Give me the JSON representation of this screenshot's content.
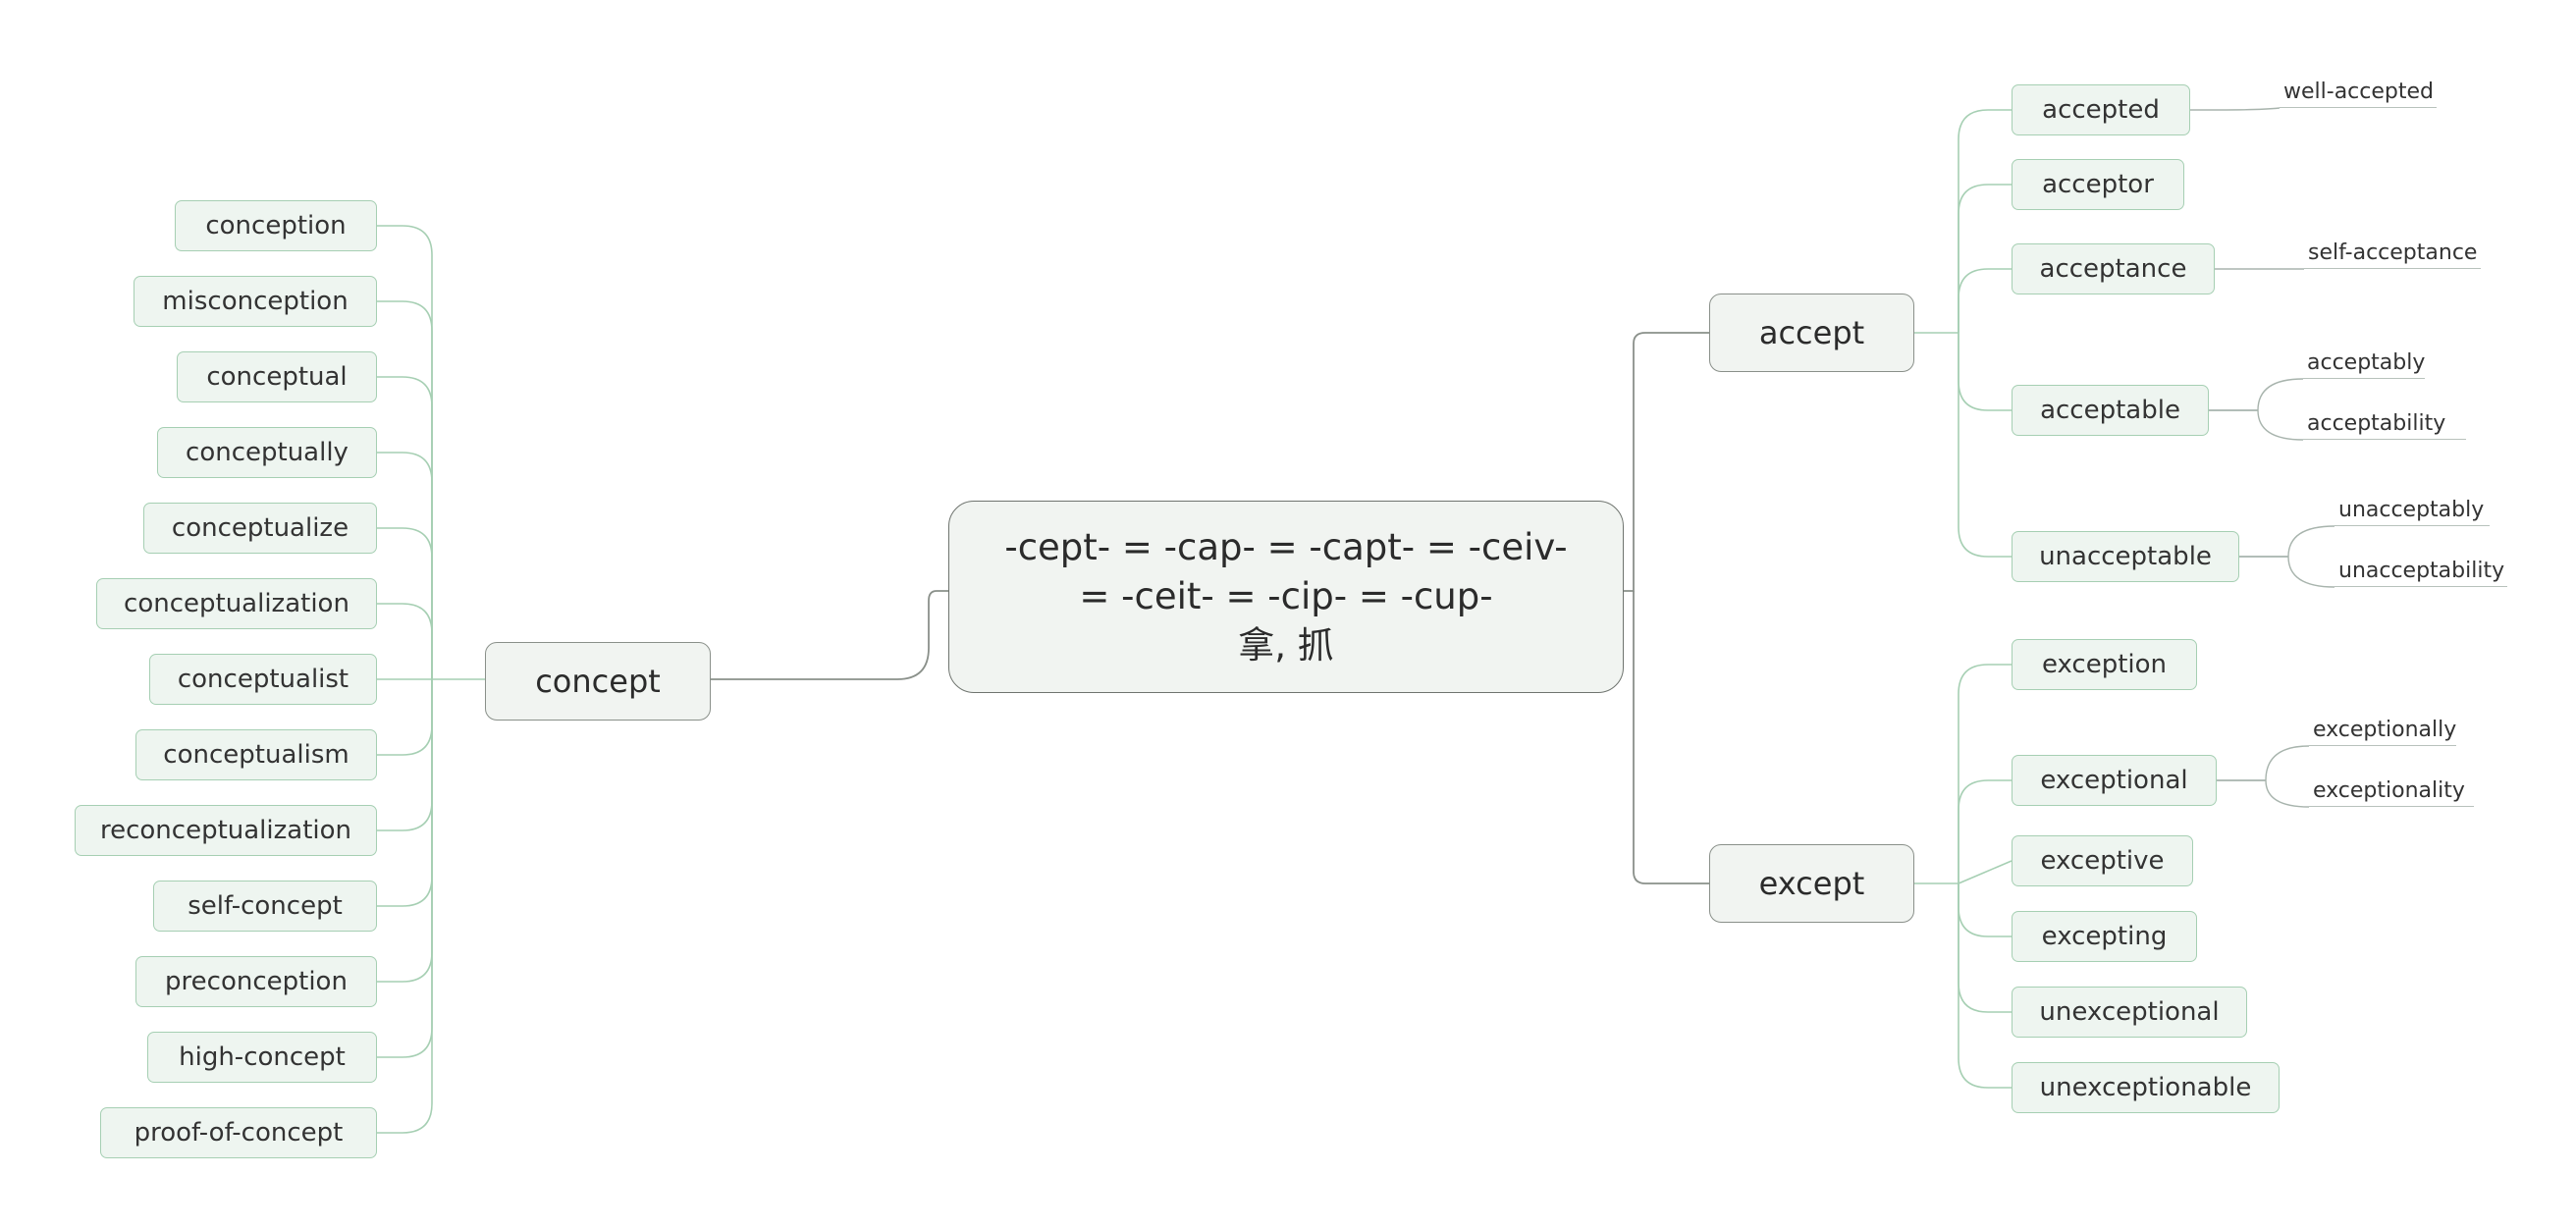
{
  "root": {
    "line1": "-cept- = -cap- = -capt- = -ceiv-",
    "line2": "= -ceit- = -cip- = -cup-",
    "line3": "拿, 抓"
  },
  "concept": {
    "label": "concept",
    "children": [
      "conception",
      "misconception",
      "conceptual",
      "conceptually",
      "conceptualize",
      "conceptualization",
      "conceptualist",
      "conceptualism",
      "reconceptualization",
      "self-concept",
      "preconception",
      "high-concept",
      "proof-of-concept"
    ]
  },
  "accept": {
    "label": "accept",
    "children": [
      {
        "label": "accepted",
        "subs": [
          "well-accepted"
        ]
      },
      {
        "label": "acceptor",
        "subs": []
      },
      {
        "label": "acceptance",
        "subs": [
          "self-acceptance"
        ]
      },
      {
        "label": "acceptable",
        "subs": [
          "acceptably",
          "acceptability"
        ]
      },
      {
        "label": "unacceptable",
        "subs": [
          "unacceptably",
          "unacceptability"
        ]
      }
    ]
  },
  "except": {
    "label": "except",
    "children": [
      {
        "label": "exception",
        "subs": []
      },
      {
        "label": "exceptional",
        "subs": [
          "exceptionally",
          "exceptionality"
        ]
      },
      {
        "label": "exceptive",
        "subs": []
      },
      {
        "label": "excepting",
        "subs": []
      },
      {
        "label": "unexceptional",
        "subs": []
      },
      {
        "label": "unexceptionable",
        "subs": []
      }
    ]
  },
  "colors": {
    "root_border": "#6f746f",
    "main_border": "#8a908a",
    "leaf_fill": "#eef5f0",
    "leaf_border": "#a6cfb3",
    "link_main": "#8a908a",
    "link_leaf": "#a6cfb3"
  }
}
